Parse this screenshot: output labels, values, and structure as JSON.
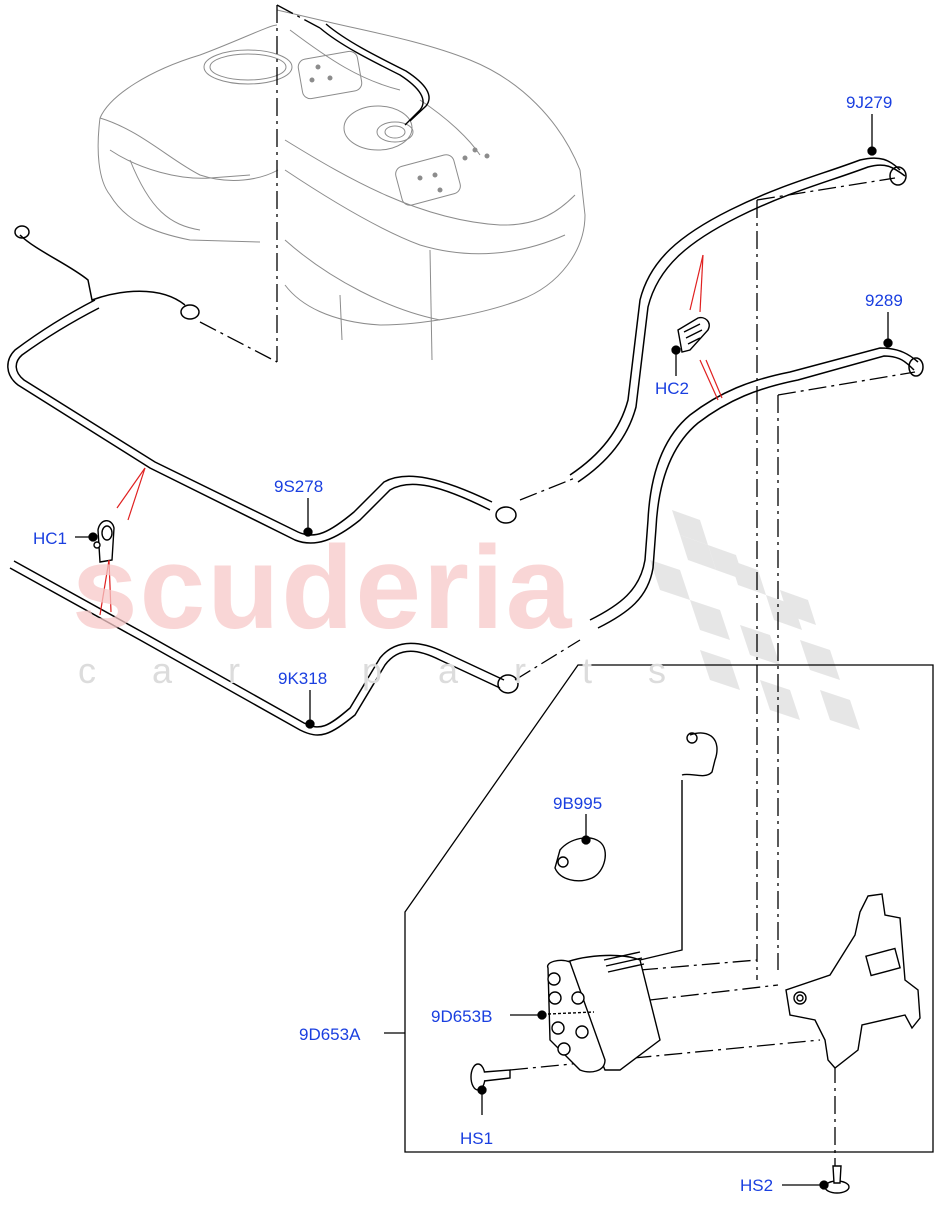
{
  "diagram": {
    "type": "parts-exploded-view",
    "subject": "Fuel tank vapour lines and evaporative canister assembly",
    "colors": {
      "callout_text": "#1a3fe0",
      "line_art": "#000000",
      "tank_outline": "#8c8c8c",
      "leader_red": "#e02020",
      "watermark_red": "#f7c9c9",
      "watermark_gray": "#dcdcdc"
    }
  },
  "watermark": {
    "main": "scuderia",
    "sub": "car parts"
  },
  "callouts": [
    {
      "id": "9J279",
      "label": "9J279"
    },
    {
      "id": "9289",
      "label": "9289"
    },
    {
      "id": "HC2",
      "label": "HC2"
    },
    {
      "id": "9S278",
      "label": "9S278"
    },
    {
      "id": "HC1",
      "label": "HC1"
    },
    {
      "id": "9K318",
      "label": "9K318"
    },
    {
      "id": "9B995",
      "label": "9B995"
    },
    {
      "id": "9D653B",
      "label": "9D653B"
    },
    {
      "id": "9D653A",
      "label": "9D653A"
    },
    {
      "id": "HS1",
      "label": "HS1"
    },
    {
      "id": "HS2",
      "label": "HS2"
    }
  ]
}
